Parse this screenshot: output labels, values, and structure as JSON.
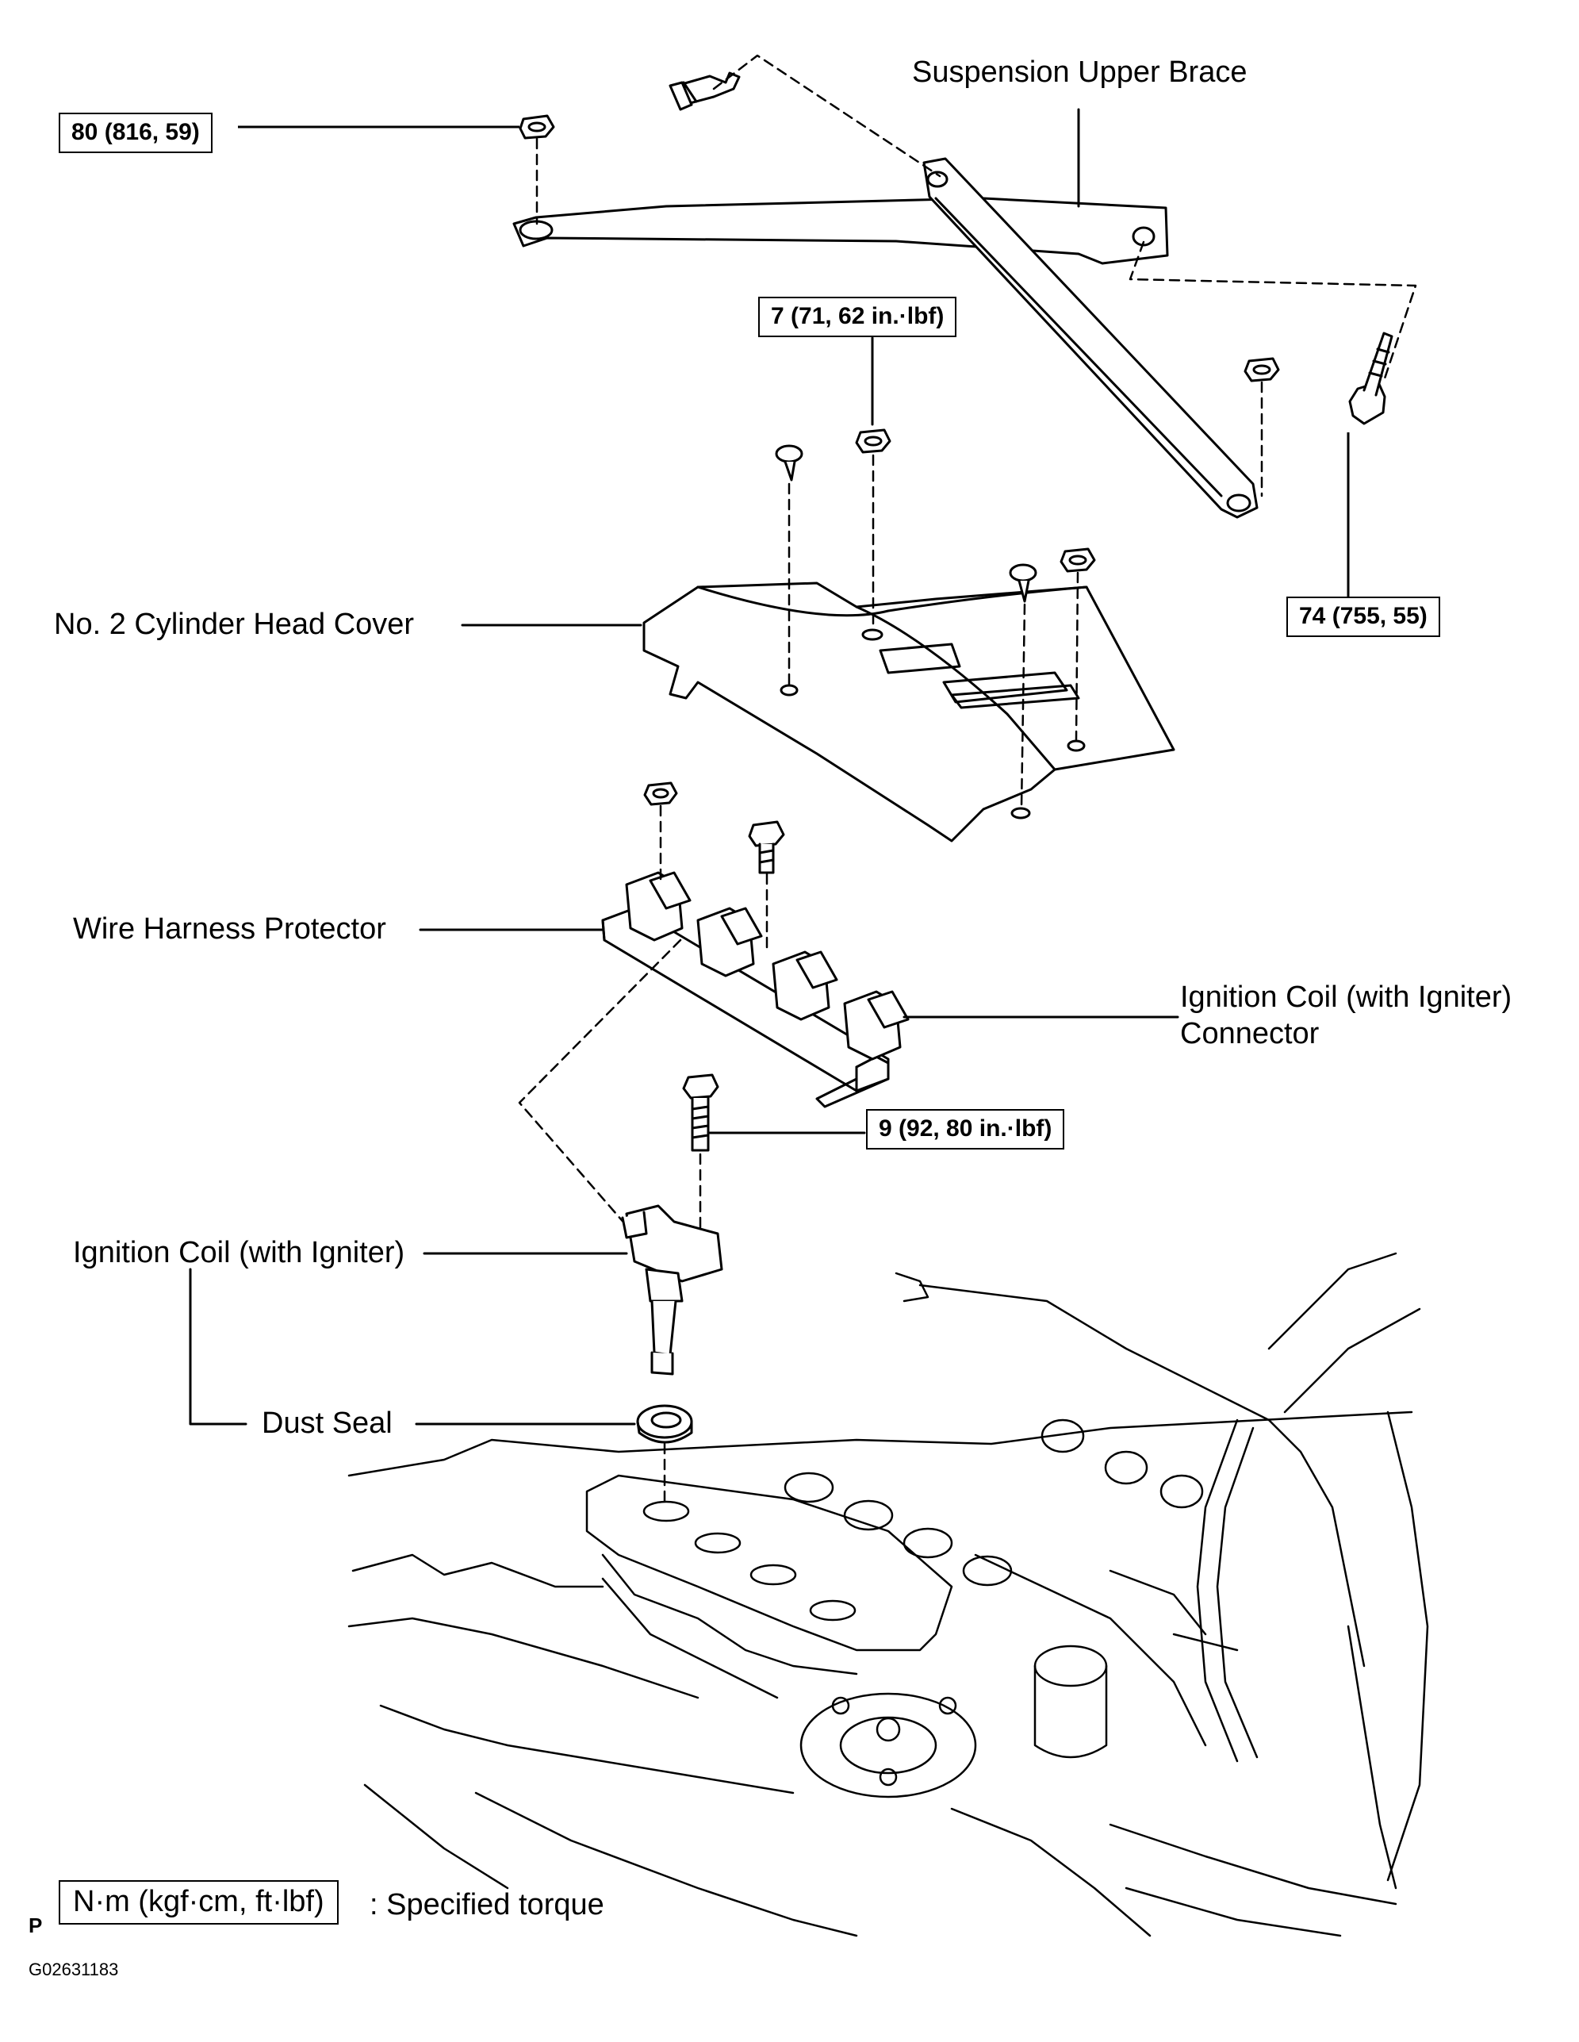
{
  "labels": {
    "suspension_upper_brace": "Suspension Upper Brace",
    "no2_cylinder_head_cover": "No. 2 Cylinder Head Cover",
    "wire_harness_protector": "Wire Harness Protector",
    "ignition_coil_connector_line1": "Ignition Coil (with Igniter)",
    "ignition_coil_connector_line2": "Connector",
    "ignition_coil": "Ignition Coil (with Igniter)",
    "dust_seal": "Dust Seal"
  },
  "torques": {
    "brace_nut": "80 (816, 59)",
    "cover_nut": "7 (71, 62 in.·lbf)",
    "brace_bolt": "74 (755, 55)",
    "coil_bolt": "9 (92, 80 in.·lbf)"
  },
  "legend": {
    "box": "N·m (kgf·cm, ft·lbf)",
    "text": ": Specified torque"
  },
  "footer": {
    "page_marker": "P",
    "figure_id": "G02631183"
  }
}
